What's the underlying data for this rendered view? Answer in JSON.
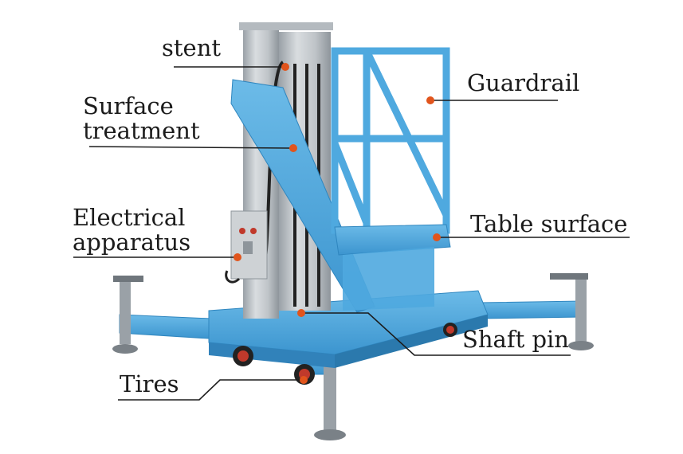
{
  "colors": {
    "frame_blue": "#4fa9df",
    "frame_blue_dark": "#2f86bf",
    "mast_silver": "#c9cdd1",
    "mast_shadow": "#8f969c",
    "dot_orange": "#e1541c",
    "leader_line": "#1b1b1b",
    "wheel_red": "#c0392b"
  },
  "labels": {
    "stent": "stent",
    "surface_1": "Surface",
    "surface_2": "treatment",
    "guardrail": "Guardrail",
    "electrical_1": "Electrical",
    "electrical_2": "apparatus",
    "table_surface": "Table surface",
    "shaft_pin": "Shaft pin",
    "tires": "Tires"
  }
}
